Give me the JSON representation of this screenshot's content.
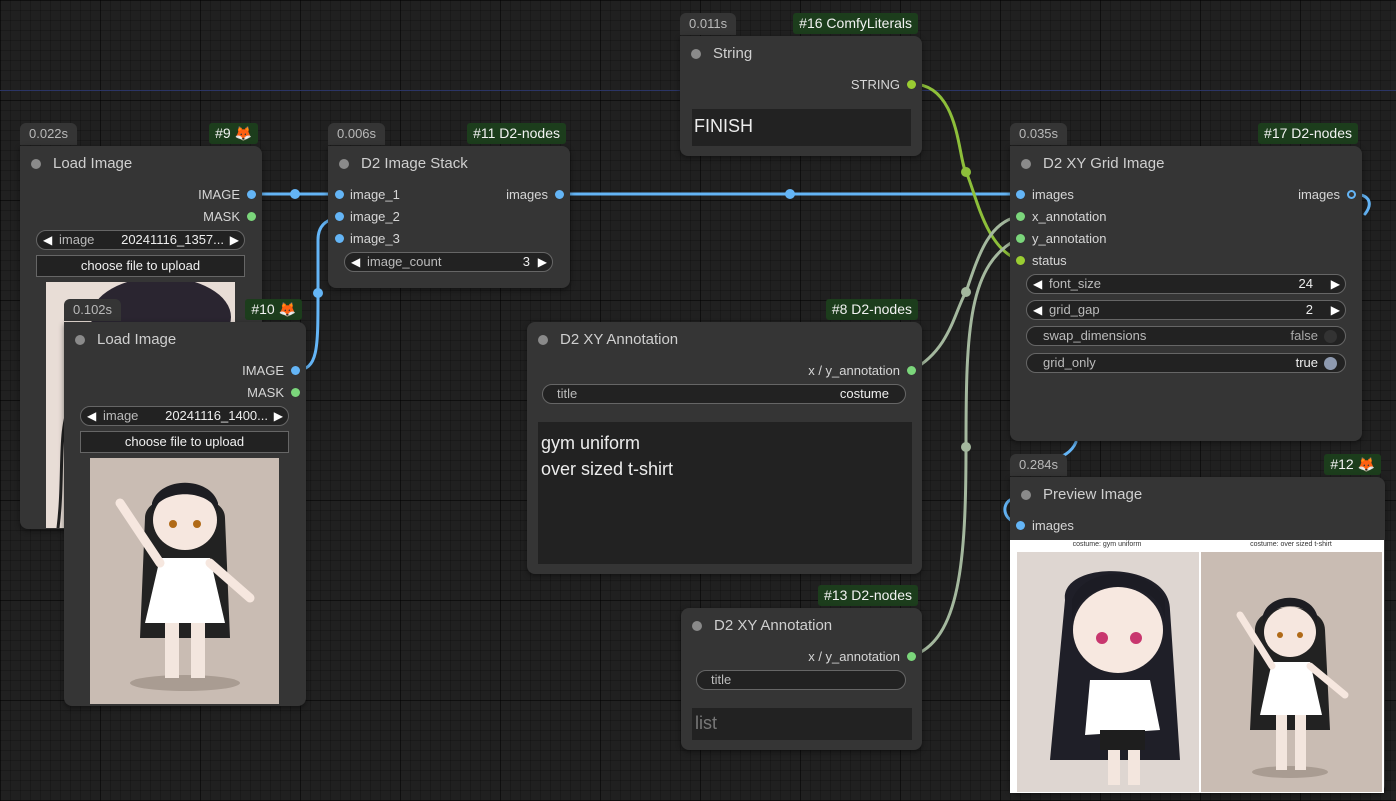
{
  "nodes": {
    "n9": {
      "time": "0.022s",
      "badge": "#9 🦊",
      "title": "Load Image",
      "outputs": [
        "IMAGE",
        "MASK"
      ],
      "image_widget": {
        "label": "image",
        "value": "20241116_1357..."
      },
      "upload_label": "choose file to upload"
    },
    "n10": {
      "time": "0.102s",
      "badge": "#10 🦊",
      "title": "Load Image",
      "outputs": [
        "IMAGE",
        "MASK"
      ],
      "image_widget": {
        "label": "image",
        "value": "20241116_1400..."
      },
      "upload_label": "choose file to upload"
    },
    "n11": {
      "time": "0.006s",
      "badge": "#11 D2-nodes",
      "title": "D2 Image Stack",
      "inputs": [
        "image_1",
        "image_2",
        "image_3"
      ],
      "output": "images",
      "count_widget": {
        "label": "image_count",
        "value": "3"
      }
    },
    "n16": {
      "time": "0.011s",
      "badge": "#16 ComfyLiterals",
      "title": "String",
      "output": "STRING",
      "text": "FINISH"
    },
    "n8": {
      "badge": "#8 D2-nodes",
      "title": "D2 XY Annotation",
      "output": "x / y_annotation",
      "title_widget": {
        "label": "title",
        "value": "costume"
      },
      "text": "gym uniform\nover sized t-shirt"
    },
    "n13": {
      "badge": "#13 D2-nodes",
      "title": "D2 XY Annotation",
      "output": "x / y_annotation",
      "title_widget": {
        "label": "title",
        "value": ""
      },
      "placeholder": "list"
    },
    "n17": {
      "time": "0.035s",
      "badge": "#17 D2-nodes",
      "title": "D2 XY Grid Image",
      "inputs": [
        "images",
        "x_annotation",
        "y_annotation",
        "status"
      ],
      "output": "images",
      "font_size": {
        "label": "font_size",
        "value": "24"
      },
      "grid_gap": {
        "label": "grid_gap",
        "value": "2"
      },
      "swap_dimensions": {
        "label": "swap_dimensions",
        "value": "false"
      },
      "grid_only": {
        "label": "grid_only",
        "value": "true"
      }
    },
    "n12": {
      "time": "0.284s",
      "badge": "#12 🦊",
      "title": "Preview Image",
      "input": "images",
      "captions": [
        "costume: gym uniform",
        "costume: over sized t-shirt"
      ]
    }
  },
  "colors": {
    "image_wire": "#64b5f6",
    "string_wire": "#8dbf3a",
    "annotation_wire": "#a4b89e",
    "badge_bg": "#1c3d1c",
    "node_bg": "#353535",
    "canvas_bg": "#202020"
  },
  "icons": [
    "fox-icon",
    "arrow-left-icon",
    "arrow-right-icon",
    "status-dot-icon"
  ]
}
